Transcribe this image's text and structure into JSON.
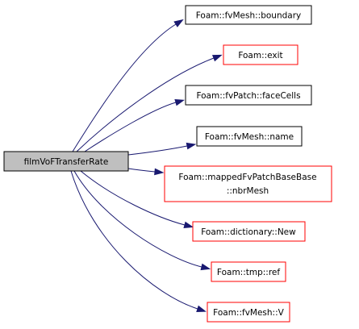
{
  "graph": {
    "colors": {
      "root_fill": "#bfbfbf",
      "root_border": "#000000",
      "documented_border": "#000000",
      "undocumented_border": "#ff0000",
      "edge": "#191970"
    },
    "root": {
      "label": "filmVoFTransferRate"
    },
    "nodes": [
      {
        "id": "boundary",
        "lines": [
          "Foam::fvMesh::boundary"
        ],
        "border": "documented"
      },
      {
        "id": "exit",
        "lines": [
          "Foam::exit"
        ],
        "border": "undocumented"
      },
      {
        "id": "faceCells",
        "lines": [
          "Foam::fvPatch::faceCells"
        ],
        "border": "documented"
      },
      {
        "id": "name",
        "lines": [
          "Foam::fvMesh::name"
        ],
        "border": "documented"
      },
      {
        "id": "nbrMesh",
        "lines": [
          "Foam::mappedFvPatchBaseBase",
          "::nbrMesh"
        ],
        "border": "undocumented"
      },
      {
        "id": "New",
        "lines": [
          "Foam::dictionary::New"
        ],
        "border": "undocumented"
      },
      {
        "id": "ref",
        "lines": [
          "Foam::tmp::ref"
        ],
        "border": "undocumented"
      },
      {
        "id": "V",
        "lines": [
          "Foam::fvMesh::V"
        ],
        "border": "undocumented"
      }
    ]
  }
}
